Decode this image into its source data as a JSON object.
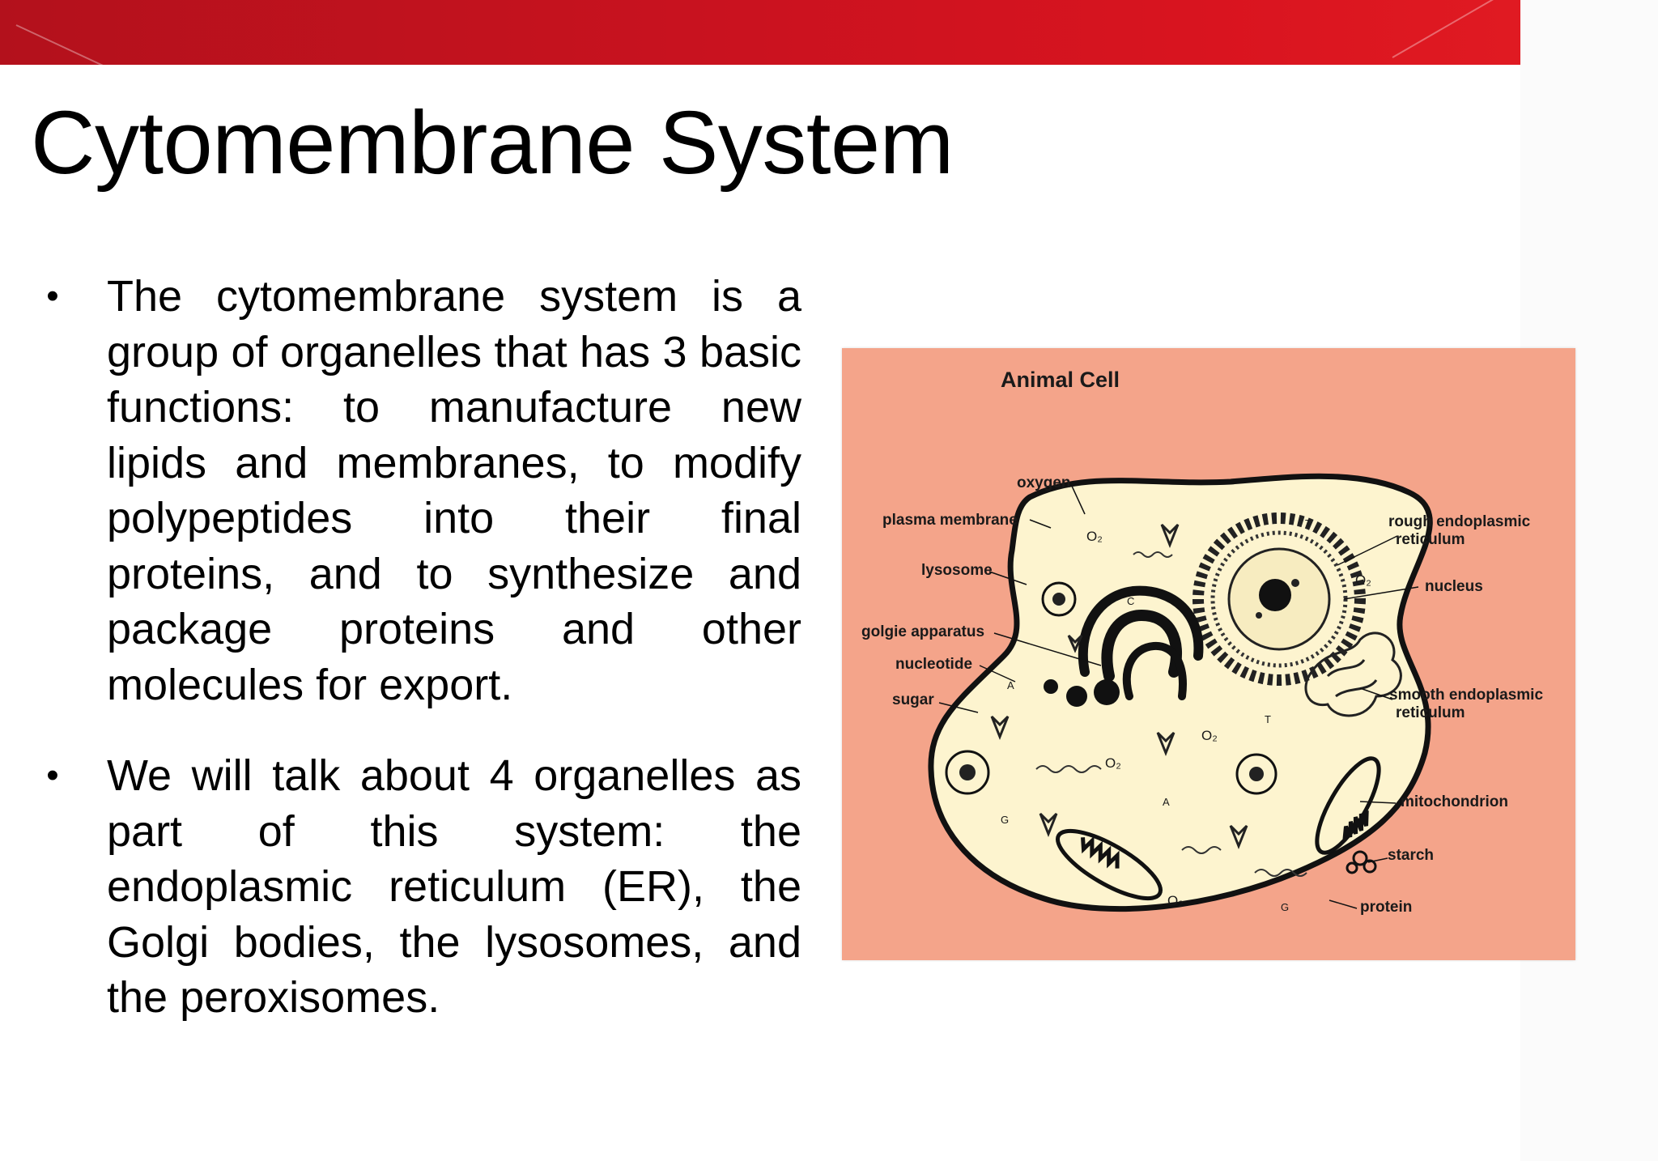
{
  "slide": {
    "title": "Cytomembrane System",
    "bullets": [
      {
        "marker": "•",
        "text": "The cytomembrane system is a group of organelles that has 3 basic functions: to manufacture new lipids and membranes, to modify polypeptides into their final proteins, and to synthesize and package proteins and other molecules for export."
      },
      {
        "marker": "•",
        "text": "We will talk about 4 organelles as part of this system: the endoplasmic reticulum (ER), the Golgi bodies, the lysosomes, and the peroxisomes."
      }
    ]
  },
  "diagram": {
    "title": "Animal Cell",
    "labels": {
      "oxygen": "oxygen",
      "plasma_membrane": "plasma membrane",
      "lysosome": "lysosome",
      "golgi": "golgie apparatus",
      "nucleotide": "nucleotide",
      "sugar": "sugar",
      "rough_er": "rough endoplasmic",
      "rough_er_2": "reticulum",
      "nucleus": "nucleus",
      "smooth_er": "smooth endoplasmic",
      "smooth_er_2": "reticulum",
      "mitochondrion": "mitochondrion",
      "starch": "starch",
      "protein": "protein"
    },
    "symbols": {
      "o2": "O₂",
      "t": "T",
      "c": "C",
      "a": "A",
      "g": "G"
    }
  },
  "colors": {
    "header_red": "#c8121f",
    "diagram_bg": "#f4a48a",
    "cell_fill": "#fdf4cf"
  }
}
